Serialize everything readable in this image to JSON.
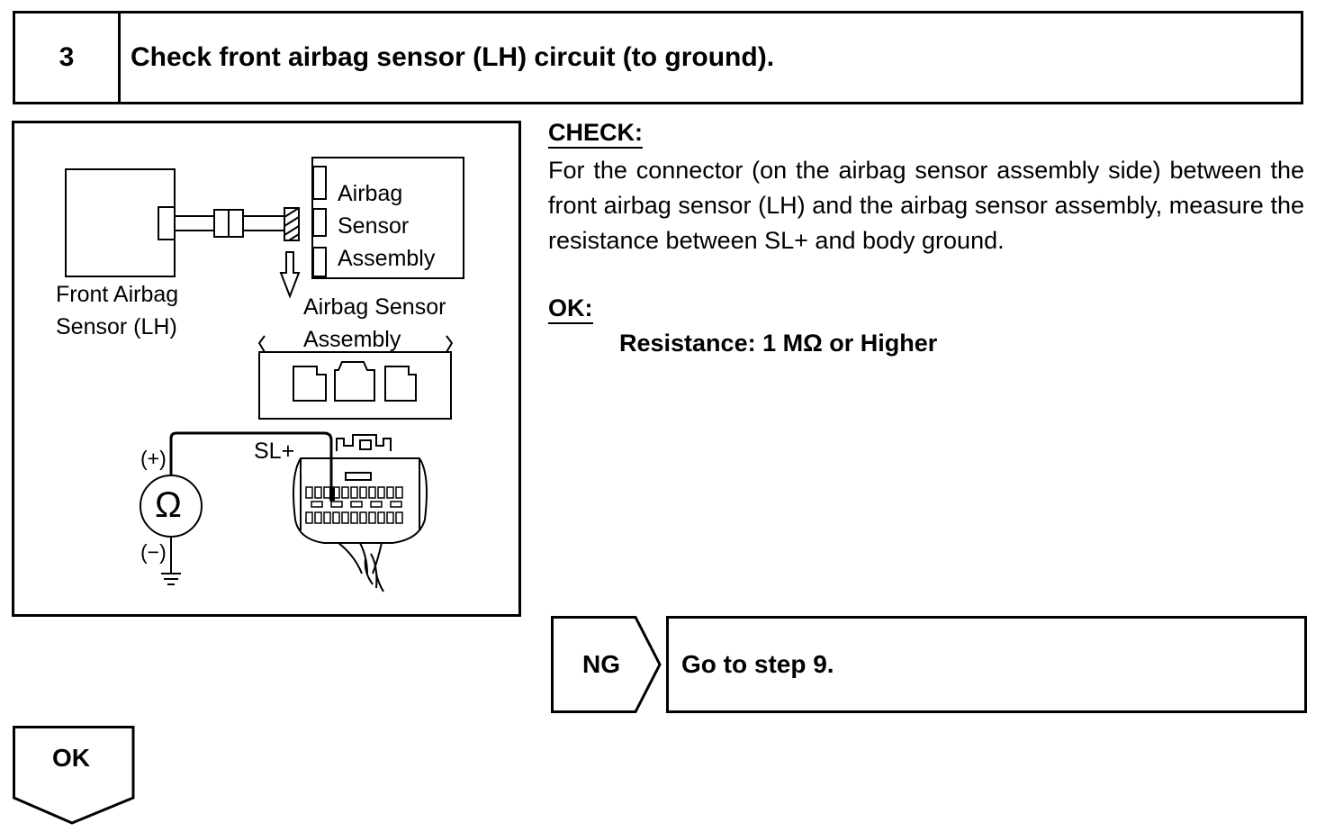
{
  "step": {
    "number": "3",
    "title": "Check front airbag sensor (LH) circuit (to ground)."
  },
  "figure": {
    "sensor_label_line1": "Front Airbag",
    "sensor_label_line2": "Sensor (LH)",
    "assembly_label_line1": "Airbag",
    "assembly_label_line2": "Sensor",
    "assembly_label_line3": "Assembly",
    "connector_label_line1": "Airbag Sensor",
    "connector_label_line2": "Assembly",
    "terminal_label": "SL+",
    "ohm_symbol": "Ω",
    "plus_label": "(+)",
    "minus_label": "(−)"
  },
  "check": {
    "heading": "CHECK:",
    "body": "For the connector (on the airbag sensor assembly side) between the front airbag sensor (LH) and the airbag sensor assembly, measure the resistance between SL+ and body ground."
  },
  "ok": {
    "heading": "OK:",
    "spec": "Resistance: 1 MΩ or Higher"
  },
  "ng": {
    "label": "NG",
    "action": "Go to step 9."
  },
  "ok_flow": {
    "label": "OK"
  }
}
